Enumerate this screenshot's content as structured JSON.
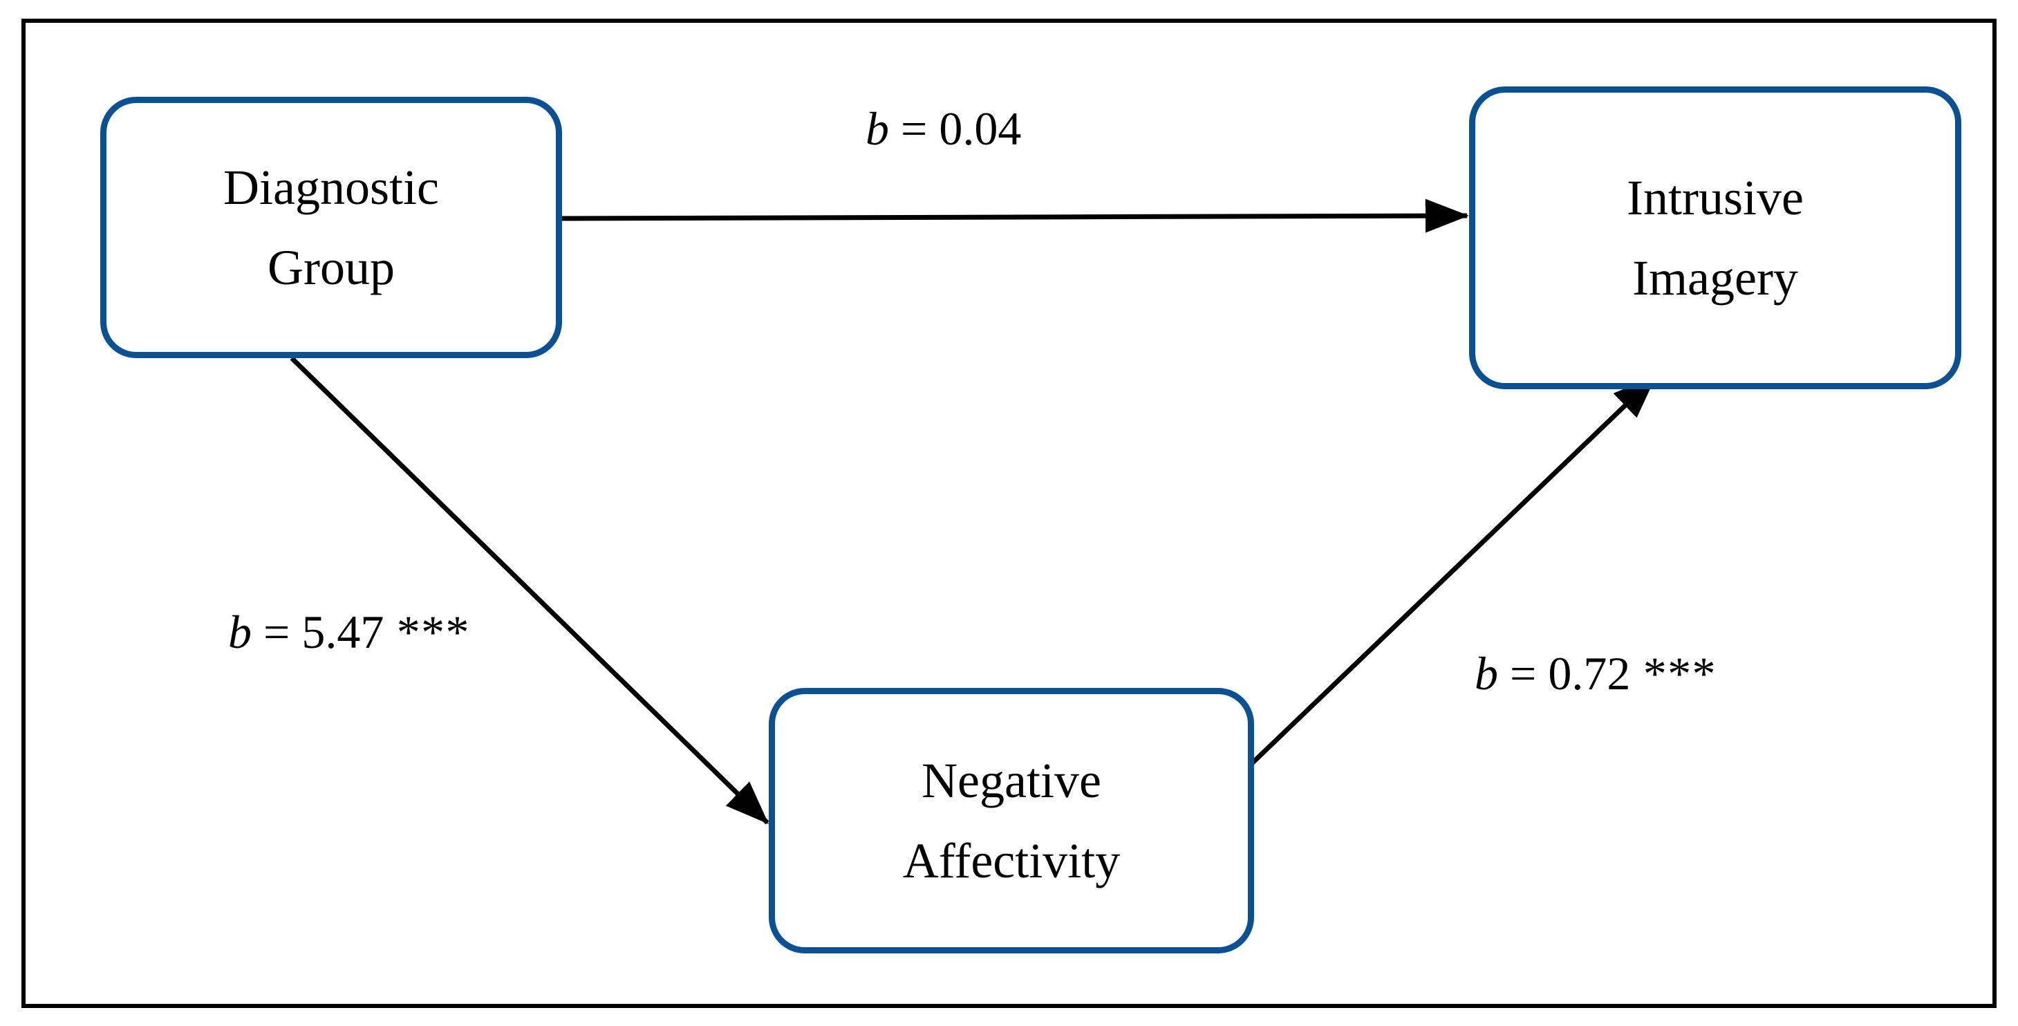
{
  "figure": {
    "type": "mediation-path-diagram",
    "frame_color": "#000000",
    "node_border_color": "#0a5193",
    "arrow_color": "#000000",
    "background": "#ffffff"
  },
  "nodes": [
    {
      "id": "diagnostic-group",
      "role": "predictor",
      "lines": [
        "Diagnostic",
        "Group"
      ]
    },
    {
      "id": "intrusive-imagery",
      "role": "outcome",
      "lines": [
        "Intrusive",
        "Imagery"
      ]
    },
    {
      "id": "negative-affectivity",
      "role": "mediator",
      "lines": [
        "Negative",
        "Affectivity"
      ]
    }
  ],
  "paths": [
    {
      "id": "direct-effect",
      "from": "diagnostic-group",
      "to": "intrusive-imagery",
      "symbol": "b",
      "equals": " = ",
      "value": "0.04",
      "stars": "",
      "full": "b = 0.04"
    },
    {
      "id": "a-path",
      "from": "diagnostic-group",
      "to": "negative-affectivity",
      "symbol": "b",
      "equals": " = ",
      "value": "5.47",
      "stars": " ***",
      "full": "b = 5.47 ***"
    },
    {
      "id": "b-path",
      "from": "negative-affectivity",
      "to": "intrusive-imagery",
      "symbol": "b",
      "equals": " = ",
      "value": "0.72",
      "stars": " ***",
      "full": "b = 0.72 ***"
    }
  ]
}
